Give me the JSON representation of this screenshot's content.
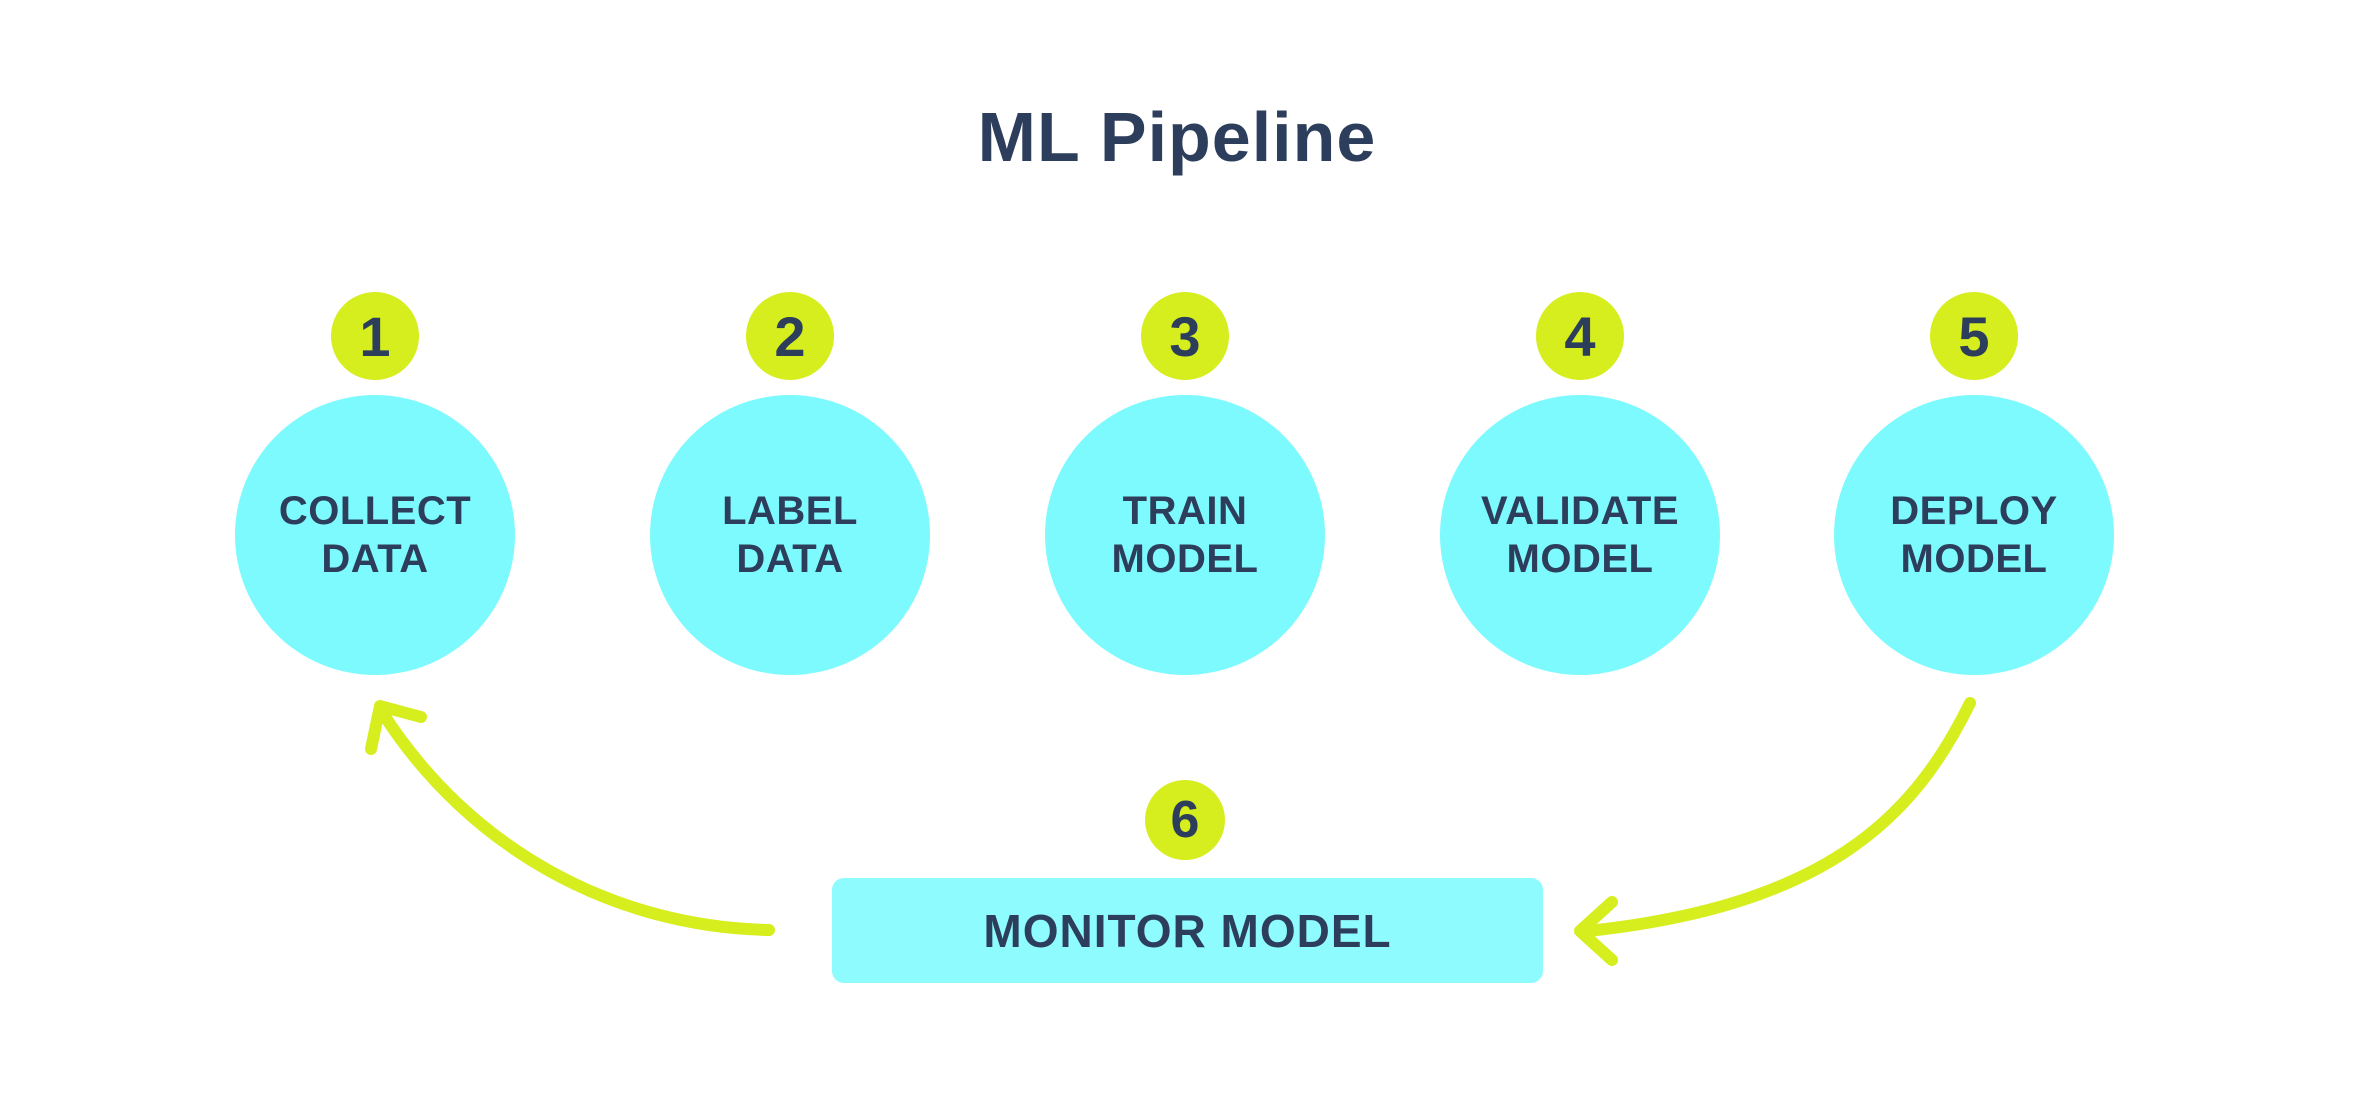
{
  "colors": {
    "background": "#ffffff",
    "cyan": "#7dfafd",
    "cyan_light": "#8efcfe",
    "lime": "#d6ed1e",
    "navy": "#2d3e5c"
  },
  "title": "ML Pipeline",
  "steps": [
    {
      "number": "1",
      "line1": "COLLECT",
      "line2": "DATA"
    },
    {
      "number": "2",
      "line1": "LABEL",
      "line2": "DATA"
    },
    {
      "number": "3",
      "line1": "TRAIN",
      "line2": "MODEL"
    },
    {
      "number": "4",
      "line1": "VALIDATE",
      "line2": "MODEL"
    },
    {
      "number": "5",
      "line1": "DEPLOY",
      "line2": "MODEL"
    }
  ],
  "monitor_step": {
    "number": "6",
    "label": "MONITOR MODEL"
  }
}
